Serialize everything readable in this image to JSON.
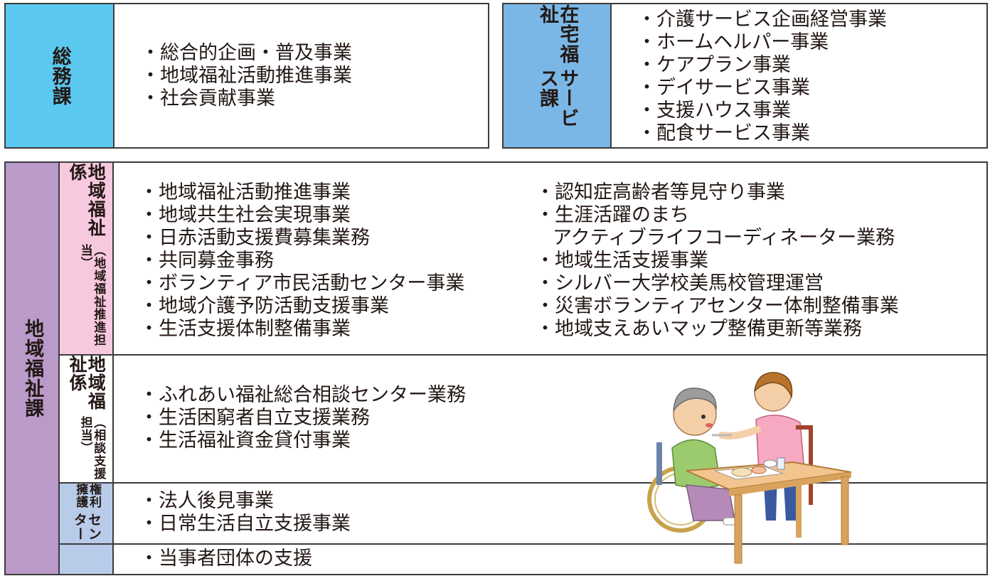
{
  "somu": {
    "label": "総務課",
    "items": [
      "・総合的企画・普及事業",
      "・地域福祉活動推進事業",
      "・社会貢献事業"
    ]
  },
  "zaitaku": {
    "label_col1": "在宅福祉",
    "label_col2": "サービス課",
    "items": [
      "・介護サービス企画経営事業",
      "・ホームヘルパー事業",
      "・ケアプラン事業",
      "・デイサービス事業",
      "・支援ハウス事業",
      "・配食サービス事業"
    ]
  },
  "chiiki": {
    "label": "地域福祉課",
    "suishin": {
      "label_main": "地域福祉係",
      "label_sub": "（地域福祉推進担当）",
      "items_left": [
        "・地域福祉活動推進事業",
        "・地域共生社会実現事業",
        "・日赤活動支援費募集業務",
        "・共同募金事務",
        "・ボランティア市民活動センター事業",
        "・地域介護予防活動支援事業",
        "・生活支援体制整備事業"
      ],
      "items_right": [
        "・認知症高齢者等見守り事業",
        "・生涯活躍のまち",
        "アクティブライフコーディネーター業務",
        "・地域生活支援事業",
        "・シルバー大学校美馬校管理運営",
        "・災害ボランティアセンター体制整備事業",
        "・地域支えあいマップ整備更新等業務"
      ]
    },
    "soudan": {
      "label_main": "地域福祉係",
      "label_sub": "（相談支援担当）",
      "items": [
        "・ふれあい福祉総合相談センター業務",
        "・生活困窮者自立支援業務",
        "・生活福祉資金貸付事業"
      ]
    },
    "kenri": {
      "label_col1": "権利擁護",
      "label_col2": "センター",
      "items": [
        "・法人後見事業",
        "・日常生活自立支援事業"
      ]
    },
    "tojisha": {
      "items": [
        "・当事者団体の支援"
      ]
    }
  },
  "colors": {
    "somu": "#5bc8f0",
    "zaitaku": "#7bb7e6",
    "chiiki": "#b99ac9",
    "suishin": "#f7c9df",
    "soudan": "#ffffff",
    "kenri": "#b8cbe9",
    "tojisha": "#b8cbe9"
  }
}
